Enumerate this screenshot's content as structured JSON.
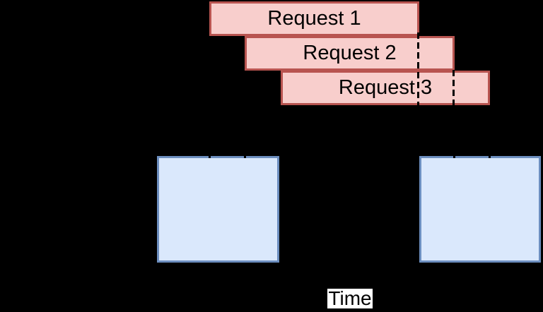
{
  "colors": {
    "background": "#000000",
    "request_fill": "#f8cecc",
    "request_border": "#b85450",
    "batch_fill": "#dae8fc",
    "batch_border": "#6c8ebf",
    "dashed_line": "#000000",
    "axis_label_background": "#ffffff",
    "text": "#000000"
  },
  "requests": {
    "bars": [
      {
        "label": "Request 1"
      },
      {
        "label": "Request 2"
      },
      {
        "label": "Request 3"
      }
    ]
  },
  "axis": {
    "label": "Time"
  }
}
